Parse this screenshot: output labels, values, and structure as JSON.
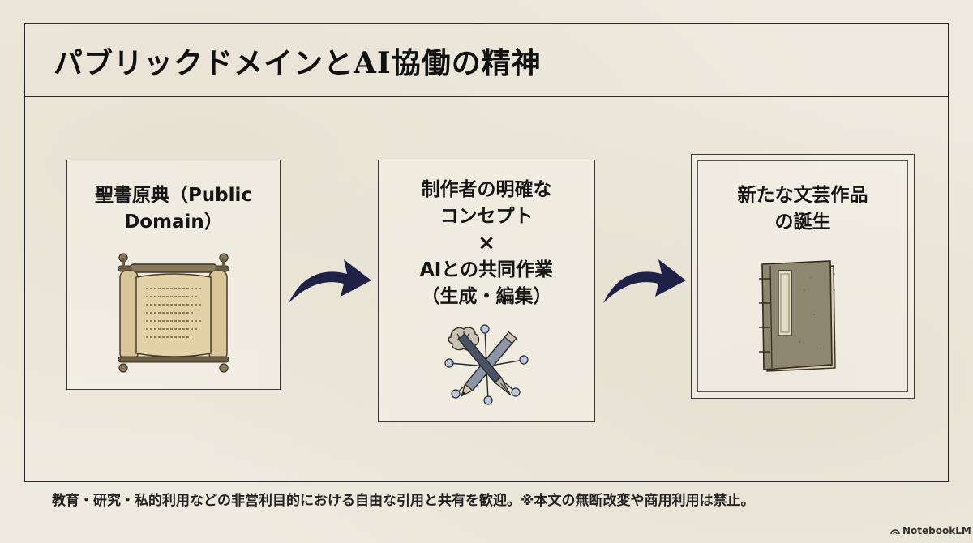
{
  "title": "パブリックドメインとAI協働の精神",
  "steps": [
    {
      "label_line1": "聖書原典（Public",
      "label_line2": "Domain）",
      "icon": "scroll-icon"
    },
    {
      "label_line1": "制作者の明確な",
      "label_line2": "コンセプト",
      "cross": "×",
      "label_line3": "AIとの共同作業",
      "label_line4": "（生成・編集）",
      "icon": "brain-pencil-pen-icon"
    },
    {
      "label_line1": "新たな文芸作品",
      "label_line2": "の誕生",
      "icon": "book-icon"
    }
  ],
  "footer": "教育・研究・私的利用などの非営利目的における自由な引用と共有を歓迎。※本文の無断改変や商用利用は禁止。",
  "branding": "NotebookLM",
  "colors": {
    "arrow": "#1f2147",
    "border": "#2a2a2a",
    "background": "#eeeadf"
  }
}
